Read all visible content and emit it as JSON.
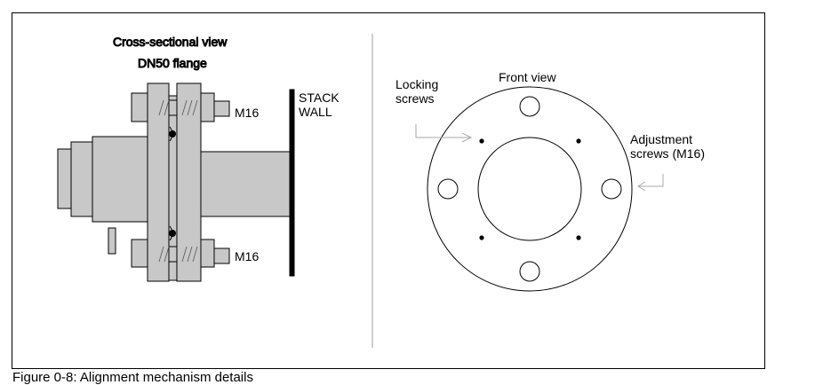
{
  "left_view": {
    "title_line1": "Cross-sectional view",
    "title_line2": "DN50 flange",
    "bolt_label_top": "M16",
    "bolt_label_bottom": "M16",
    "wall_label_line1": "STACK",
    "wall_label_line2": "WALL"
  },
  "right_view": {
    "title": "Front view",
    "locking_label_line1": "Locking",
    "locking_label_line2": "screws",
    "adjust_label_line1": "Adjustment",
    "adjust_label_line2": "screws (M16)"
  },
  "caption": "Figure 0-8: Alignment mechanism details",
  "colors": {
    "part_fill": "#c8c8c8",
    "stroke": "#000000",
    "divider": "#bdbdbd",
    "arrow": "#aaaaaa"
  }
}
